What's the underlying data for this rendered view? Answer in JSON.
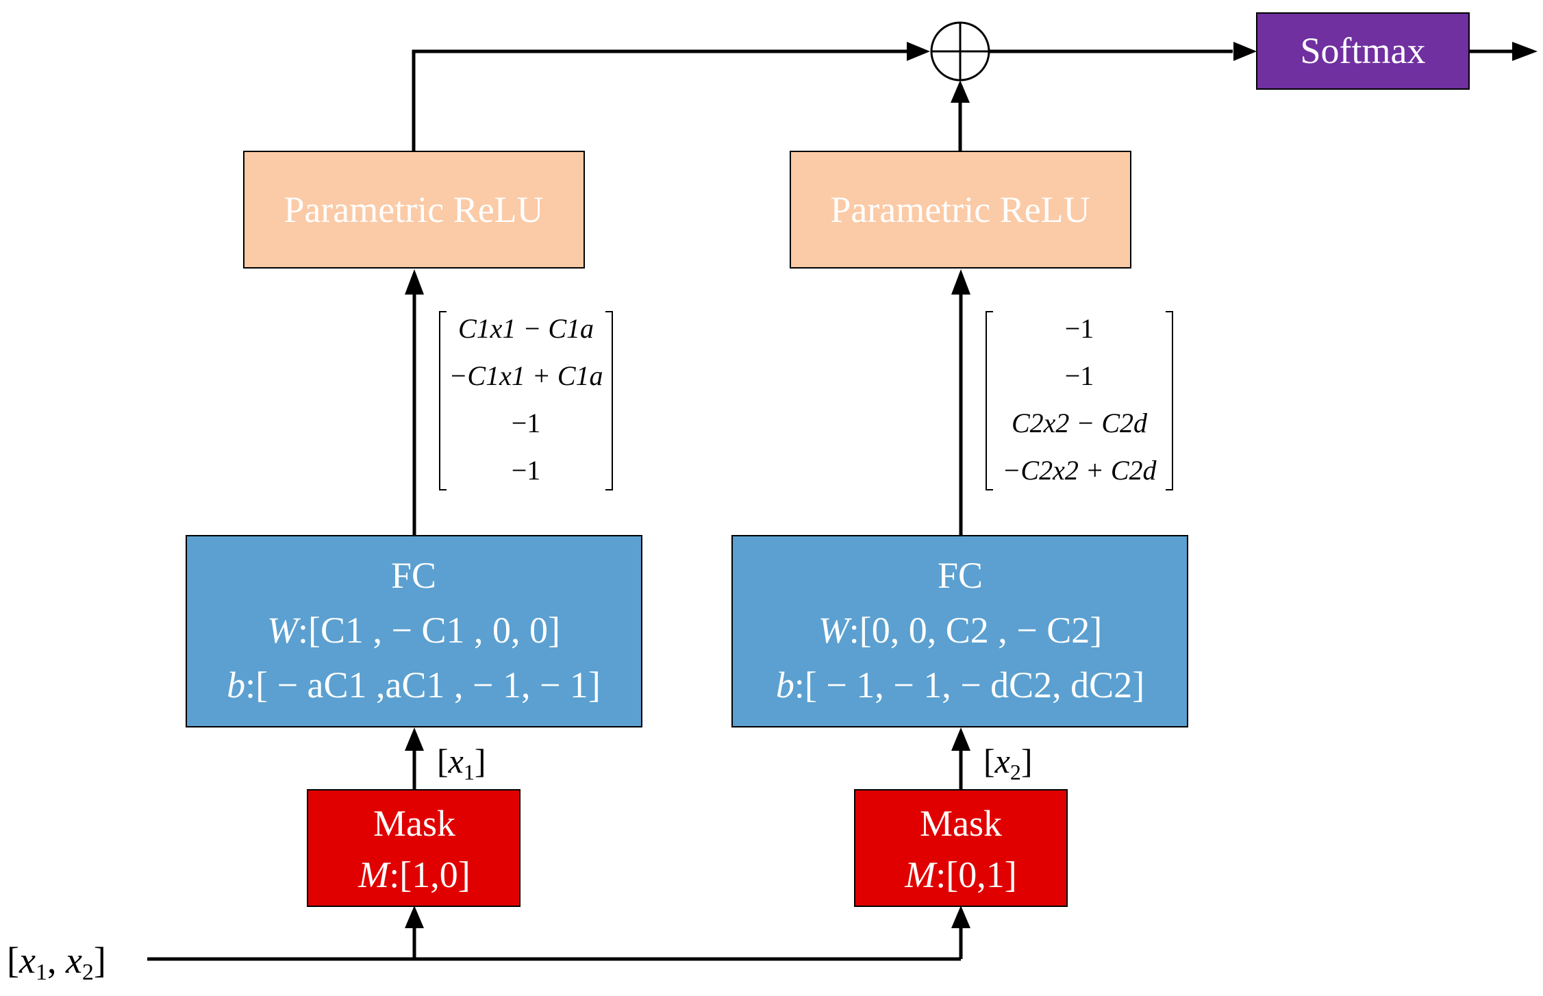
{
  "input_label": "[x1, x2]",
  "softmax": {
    "label": "Softmax",
    "color": "#7030a0"
  },
  "branches": [
    {
      "mask": {
        "title": "Mask",
        "m_label": "M",
        "m_value": ":[1,0]"
      },
      "mask_output": "[x1]",
      "fc": {
        "title": "FC",
        "w_label": "W",
        "w_value": ":[C1 ,  − C1 , 0, 0]",
        "b_label": "b",
        "b_value": ":[ − aC1 ,aC1 ,  − 1,  − 1]"
      },
      "fc_output": [
        "C1x1 − C1a",
        "−C1x1 + C1a",
        "−1",
        "−1"
      ],
      "relu": {
        "label": "Parametric ReLU"
      }
    },
    {
      "mask": {
        "title": "Mask",
        "m_label": "M",
        "m_value": ":[0,1]"
      },
      "mask_output": "[x2]",
      "fc": {
        "title": "FC",
        "w_label": "W",
        "w_value": ":[0, 0, C2 ,  − C2]",
        "b_label": "b",
        "b_value": ":[ − 1,  − 1,  − dC2, dC2]"
      },
      "fc_output": [
        "−1",
        "−1",
        "C2x2 − C2d",
        "−C2x2 + C2d"
      ],
      "relu": {
        "label": "Parametric ReLU"
      }
    }
  ],
  "colors": {
    "mask": "#e00000",
    "fc": "#5ba0d0",
    "relu": "#fbcaa6",
    "softmax": "#7030a0"
  }
}
